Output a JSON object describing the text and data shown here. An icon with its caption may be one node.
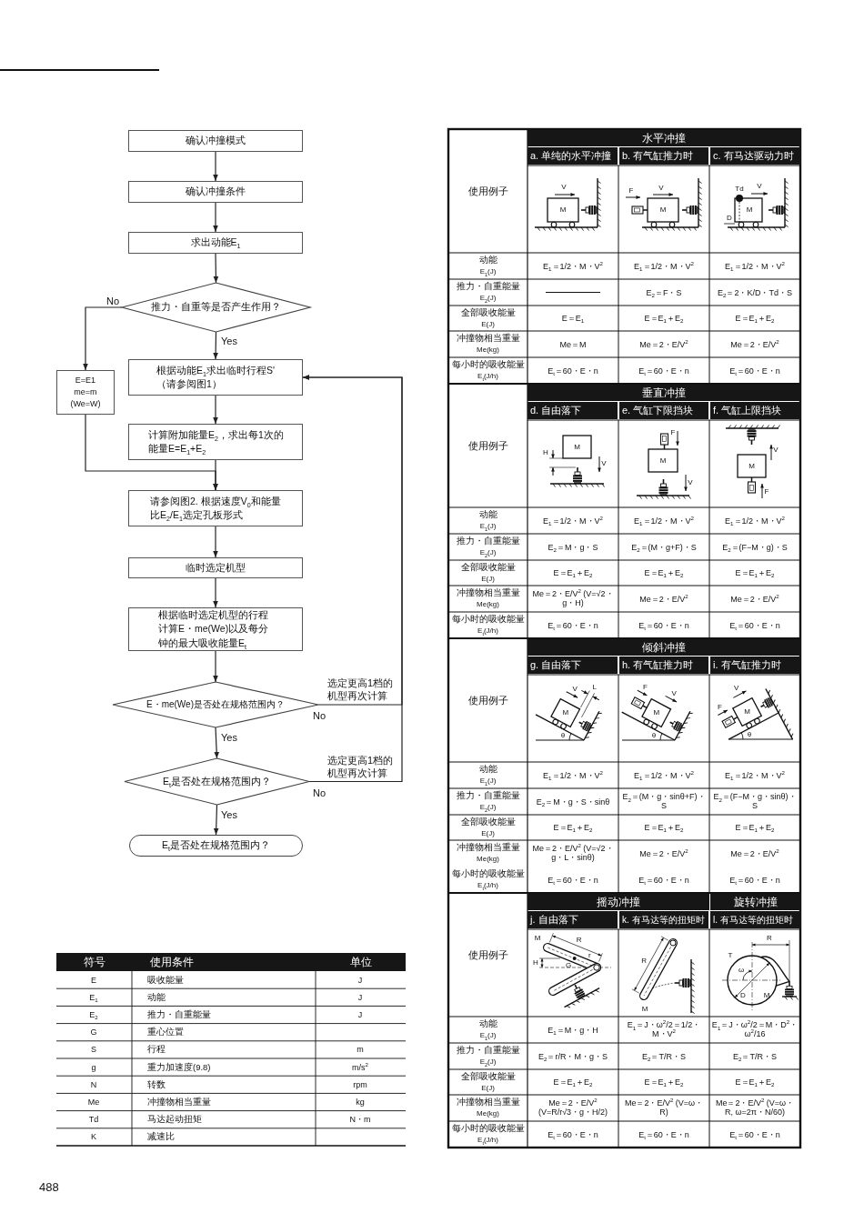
{
  "diagram": {
    "nodes": [
      {
        "text": [
          "确认冲撞模式"
        ]
      },
      {
        "text": [
          "确认冲撞条件"
        ]
      },
      {
        "text": [
          "求出动能E$_{1}$"
        ]
      },
      {
        "text": [
          "推力・自重等是否产生作用？"
        ]
      },
      {
        "text": [
          "E=E1 me=m (We=W)"
        ]
      },
      {
        "text": [
          "根据动能E$_{1}$求出临时行程S'",
          "（请参阅图1）"
        ]
      },
      {
        "text": [
          "计算附加能量E$_{2}$，求出每1次的能量E=E$_{1}$+E$_{2}$"
        ]
      },
      {
        "text": [
          "请参阅图2. 根据速度V$_{0}$和能量比E$_{2}$/E$_{1}$选定孔板形式"
        ]
      },
      {
        "text": [
          "临时选定机型"
        ]
      },
      {
        "text": [
          "根据临时选定机型的行程计算E・me(We)以及每分钟的最大吸收能量E$_{t}$"
        ]
      },
      {
        "text": [
          "E・me(We)是否处在规格范围内？"
        ]
      },
      {
        "text": [
          "E$_{t}$是否处在规格范围内？"
        ]
      },
      {
        "text": [
          "E$_{t}$是否处在规格范围内？"
        ]
      }
    ],
    "edges": [
      {
        "from": 0,
        "to": 1,
        "arrow": "to"
      },
      {
        "from": 1,
        "to": 2,
        "arrow": "to"
      },
      {
        "from": 2,
        "to": 3,
        "arrow": "to"
      },
      {
        "from": 3,
        "to": 4,
        "arrow": "to",
        "label": "No"
      },
      {
        "from": 3,
        "to": 5,
        "arrow": "to",
        "label": "Yes"
      },
      {
        "from": 4,
        "to": 7,
        "arrow": "to"
      },
      {
        "from": 5,
        "to": 6,
        "arrow": "to"
      },
      {
        "from": 6,
        "to": 7,
        "arrow": "to"
      },
      {
        "from": 7,
        "to": 8,
        "arrow": "to"
      },
      {
        "from": 8,
        "to": 9,
        "arrow": "to"
      },
      {
        "from": 9,
        "to": 10,
        "arrow": "to"
      },
      {
        "from": 10,
        "to": 11,
        "arrow": "to",
        "label": "Yes"
      },
      {
        "from": 10,
        "to": 5,
        "arrow": "to",
        "label": "No"
      },
      {
        "from": 11,
        "to": 12,
        "arrow": "to",
        "label": "Yes"
      },
      {
        "from": 11,
        "to": 5,
        "arrow": "to",
        "label": "No"
      }
    ],
    "labels": [
      "选定更高1档的机型再次计算",
      "选定更高1档的机型再次计算",
      "水平冲撞",
      "a. 单纯的水平冲撞",
      "b. 有气缸推力时",
      "c. 有马达驱动力时",
      "使用例子",
      "V",
      "M",
      "F",
      "V",
      "M",
      "Td",
      "V",
      "M",
      "D",
      "动能",
      "E$_{1}$(J)",
      "E$_{1}$＝1/2・M・V$^{2}$",
      "E$_{1}$＝1/2・M・V$^{2}$",
      "E$_{1}$＝1/2・M・V$^{2}$",
      "推力・自重能量",
      "E$_{2}$(J)",
      "E$_{2}$＝F・S",
      "E$_{2}$＝2・K/D・Td・S",
      "全部吸收能量",
      "E(J)",
      "E＝E$_{1}$",
      "E＝E$_{1}$＋E$_{2}$",
      "E＝E$_{1}$＋E$_{2}$",
      "冲撞物相当重量",
      "Me(kg)",
      "Me＝M",
      "Me＝2・E/V$^{2}$",
      "Me＝2・E/V$^{2}$",
      "每小时的吸收能量",
      "E$_{t}$(J/h)",
      "E$_{t}$＝60・E・n",
      "E$_{t}$＝60・E・n",
      "E$_{t}$＝60・E・n",
      "垂直冲撞",
      "d. 自由落下",
      "e. 气缸下限挡块",
      "f. 气缸上限挡块",
      "使用例子",
      "H",
      "M",
      "V",
      "F",
      "M",
      "V",
      "V",
      "M",
      "F",
      "动能",
      "E$_{1}$(J)",
      "E$_{1}$＝1/2・M・V$^{2}$",
      "E$_{1}$＝1/2・M・V$^{2}$",
      "E$_{1}$＝1/2・M・V$^{2}$",
      "推力・自重能量",
      "E$_{2}$(J)",
      "E$_{2}$＝M・g・S",
      "E$_{2}$＝(M・g+F)・S",
      "E$_{2}$＝(F−M・g)・S",
      "全部吸收能量",
      "E(J)",
      "E＝E$_{1}$＋E$_{2}$",
      "E＝E$_{1}$＋E$_{2}$",
      "E＝E$_{1}$＋E$_{2}$",
      "冲撞物相当重量",
      "Me(kg)",
      "Me＝2・E/V$^{2}$ (V=√2・g・H)",
      "Me＝2・E/V$^{2}$",
      "Me＝2・E/V$^{2}$",
      "每小时的吸收能量",
      "E$_{t}$(J/h)",
      "E$_{t}$＝60・E・n",
      "E$_{t}$＝60・E・n",
      "E$_{t}$＝60・E・n",
      "倾斜冲撞",
      "g. 自由落下",
      "h. 有气缸推力时",
      "i. 有气缸推力时",
      "使用例子",
      "L",
      "V",
      "M",
      "θ",
      "F",
      "V",
      "M",
      "θ",
      "V",
      "F",
      "M",
      "θ",
      "动能",
      "E$_{1}$(J)",
      "E$_{1}$＝1/2・M・V$^{2}$",
      "E$_{1}$＝1/2・M・V$^{2}$",
      "E$_{1}$＝1/2・M・V$^{2}$",
      "推力・自重能量",
      "E$_{2}$(J)",
      "E$_{2}$＝M・g・S・sinθ",
      "E$_{2}$＝(M・g・sinθ+F)・S",
      "E$_{2}$＝(F−M・g・sinθ)・S",
      "全部吸收能量",
      "E(J)",
      "E＝E$_{1}$＋E$_{2}$",
      "E＝E$_{1}$＋E$_{2}$",
      "E＝E$_{1}$＋E$_{2}$",
      "冲撞物相当重量",
      "Me(kg)",
      "Me＝2・E/V$^{2}$ (V=√2・g・L・sinθ)",
      "Me＝2・E/V$^{2}$",
      "Me＝2・E/V$^{2}$",
      "每小时的吸收能量",
      "E$_{t}$(J/h)",
      "E$_{t}$＝60・E・n",
      "E$_{t}$＝60・E・n",
      "E$_{t}$＝60・E・n",
      "摇动冲撞",
      "旋转冲撞",
      "j. 自由落下",
      "k. 有马达等的扭矩时",
      "l. 有马达等的扭矩时",
      "使用例子",
      "M",
      "R",
      "r",
      "H",
      "G",
      "R",
      "M",
      "R",
      "T",
      "ω",
      "D",
      "M",
      "动能",
      "E$_{1}$(J)",
      "E$_{1}$＝M・g・H",
      "E$_{1}$＝J・ω$^{2}$/2＝1/2・M・V$^{2}$",
      "E$_{1}$＝J・ω$^{2}$/2＝M・D$^{2}$・ω$^{2}$/16",
      "推力・自重能量",
      "E$_{2}$(J)",
      "E$_{2}$＝r/R・M・g・S",
      "E$_{2}$＝T/R・S",
      "E$_{2}$＝T/R・S",
      "全部吸收能量",
      "E(J)",
      "E＝E$_{1}$＋E$_{2}$",
      "E＝E$_{1}$＋E$_{2}$",
      "E＝E$_{1}$＋E$_{2}$",
      "冲撞物相当重量",
      "Me(kg)",
      "Me＝2・E/V$^{2}$ (V=R/r√3・g・H/2)",
      "Me＝2・E/V$^{2}$ (V=ω・R)",
      "Me＝2・E/V$^{2}$ (V=ω・R, ω=2π・N/60)",
      "每小时的吸收能量",
      "E$_{t}$(J/h)",
      "E$_{t}$＝60・E・n",
      "E$_{t}$＝60・E・n",
      "E$_{t}$＝60・E・n",
      "符号",
      "使用条件",
      "单位",
      "E",
      "吸收能量",
      "J",
      "E$_{1}$",
      "动能",
      "J",
      "E$_{2}$",
      "推力・自重能量",
      "J",
      "G",
      "重心位置",
      "S",
      "行程",
      "m",
      "g",
      "重力加速度(9.8)",
      "m/s$^{2}$",
      "N",
      "转数",
      "rpm",
      "Me",
      "冲撞物相当重量",
      "kg",
      "Td",
      "马达起动扭矩",
      "N・m",
      "K",
      "减速比",
      "488"
    ]
  }
}
